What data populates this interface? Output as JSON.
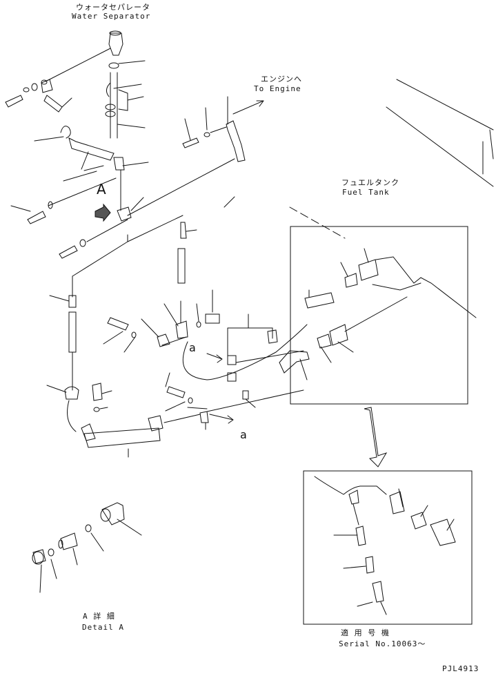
{
  "labels": {
    "water_separator_jp": "ウォータセパレータ",
    "water_separator_en": "Water Separator",
    "to_engine_jp": "エンジンへ",
    "to_engine_en": "To Engine",
    "fuel_tank_jp": "フュエルタンク",
    "fuel_tank_en": "Fuel Tank",
    "view_a": "A",
    "arrow_a_top": "a",
    "arrow_a_bottom": "a",
    "detail_a_jp": "A 詳 細",
    "detail_a_en": "Detail A",
    "serial_jp": "適 用 号 機",
    "serial_en": "Serial No.10063～",
    "drawing_id": "PJL4913"
  }
}
